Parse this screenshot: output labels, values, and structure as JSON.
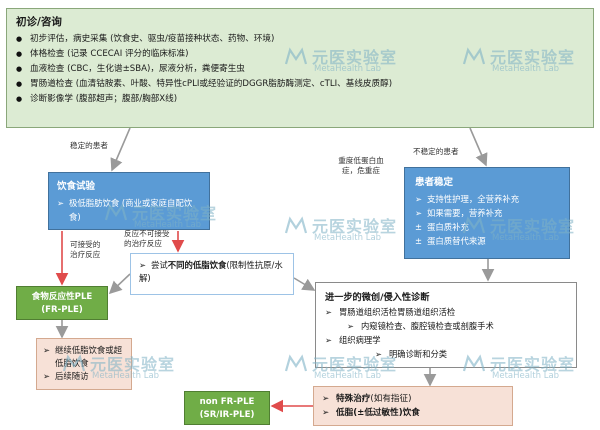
{
  "top": {
    "title": "初诊/咨询",
    "items": [
      "初步评估，病史采集 (饮食史、驱虫/疫苗接种状态、药物、环境)",
      "体格检查 (记录 CCECAI 评分的临床标准)",
      "血液检查 (CBC，生化谱±SBA)，尿液分析，粪便寄生虫",
      "胃肠道检查 (血清钴胺素、叶酸、特异性cPLI或经验证的DGGR脂肪酶测定、cTLI、基线皮质醇)",
      "诊断影像学 (腹部超声；腹部/胸部X线)"
    ]
  },
  "labels": {
    "stable": "稳定的患者",
    "unstable": "不稳定的患者",
    "hypo": "重度低蛋白血症，危重症",
    "acceptable": "可接受的治疗反应",
    "not_acceptable": "反应不可接受的治疗反应"
  },
  "diet_trial": {
    "title": "饮食试验",
    "marker": "➢",
    "items": [
      "极低脂肪饮食 (商业或家庭自配饮食)"
    ]
  },
  "stabilize": {
    "title": "患者稳定",
    "items": [
      {
        "marker": "➢",
        "text": "支持性护理，全营养补充"
      },
      {
        "marker": "➢",
        "text": "如果需要，营养补充"
      },
      {
        "marker": "±",
        "text": "蛋白质补充"
      },
      {
        "marker": "±",
        "text": "蛋白质替代来源"
      }
    ]
  },
  "trial": {
    "marker": "➢",
    "pre": "尝试",
    "bold": "不同的低脂饮食",
    "post": "(限制性抗原/水解)"
  },
  "fr_ple": {
    "line1": "食物反应性PLE",
    "line2": "(FR-PLE)"
  },
  "continue_diet": {
    "items": [
      {
        "marker": "➢",
        "text": "继续低脂饮食或超低脂饮食"
      },
      {
        "marker": "➢",
        "text": "后续随访"
      }
    ]
  },
  "workup": {
    "title": "进一步的微创/侵入性诊断",
    "rows": [
      {
        "level": 0,
        "marker": "➢",
        "text": "胃肠道组织活检胃肠道组织活检"
      },
      {
        "level": 1,
        "marker": "➢",
        "text": "内窥镜检查、腹腔镜检查或剖腹手术"
      },
      {
        "level": 0,
        "marker": "➢",
        "text": "组织病理学"
      },
      {
        "level": 2,
        "marker": "➢",
        "text": "明确诊断和分类"
      }
    ]
  },
  "non_fr": {
    "line1": "non FR-PLE",
    "line2": "(SR/IR-PLE)"
  },
  "special": {
    "rows": [
      {
        "marker": "➢",
        "text": "特殊治疗",
        "note": "(如有指征)"
      },
      {
        "marker": "➢",
        "text": "低脂(±低过敏性)饮食",
        "note": ""
      }
    ]
  },
  "watermark": {
    "cn": "元医实验室",
    "en": "MetaHealth Lab"
  },
  "colors": {
    "top_fill": "#dcebd3",
    "blue": "#5b9bd5",
    "green": "#70ad47",
    "pink": "#f7e1d7",
    "arrow_gray": "#9a9a9a",
    "arrow_red": "#e04b4b"
  }
}
